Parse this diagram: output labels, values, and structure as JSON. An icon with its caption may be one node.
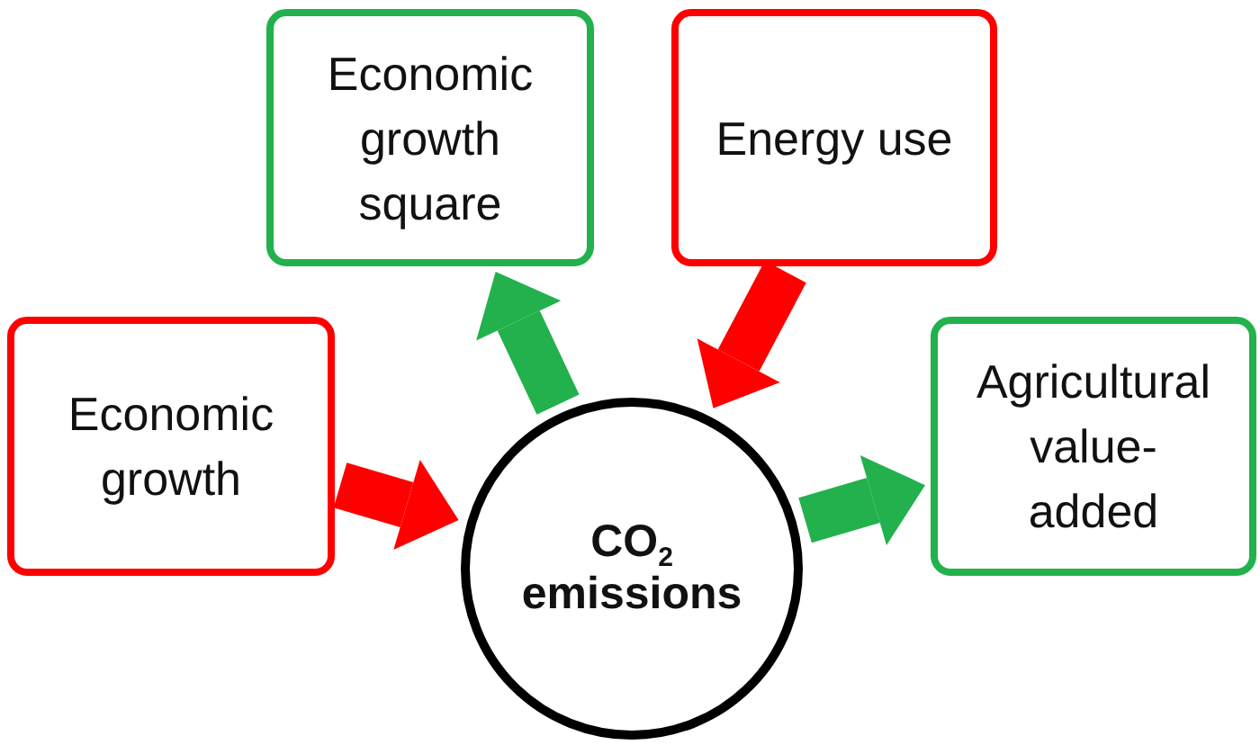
{
  "diagram": {
    "nodes": [
      {
        "text": [
          "Economic growth"
        ]
      },
      {
        "text": [
          "Economic growth square"
        ]
      },
      {
        "text": [
          "Energy use"
        ]
      },
      {
        "text": [
          "Agricultural value-added"
        ]
      },
      {
        "text": [
          "CO$_{2}$ emissions"
        ]
      }
    ],
    "edges": [
      {
        "from": 0,
        "to": 4,
        "arrow": "to",
        "color": "#ff0000"
      },
      {
        "from": 4,
        "to": 1,
        "arrow": "to",
        "color": "#22b14c"
      },
      {
        "from": 2,
        "to": 4,
        "arrow": "to",
        "color": "#ff0000"
      },
      {
        "from": 4,
        "to": 3,
        "arrow": "to",
        "color": "#22b14c"
      }
    ]
  }
}
